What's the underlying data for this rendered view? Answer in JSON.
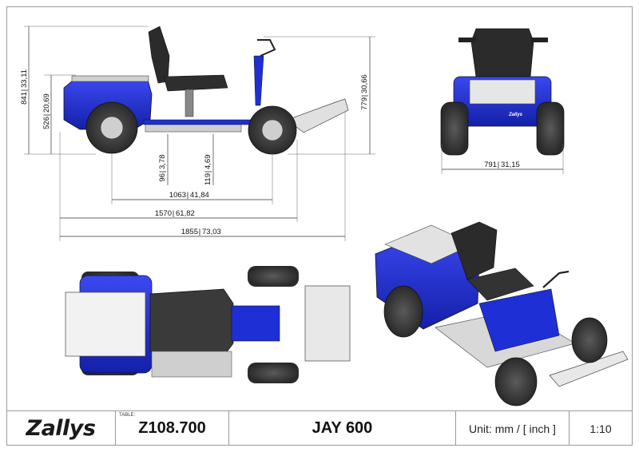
{
  "title_block": {
    "brand": "Zallys",
    "table_label": "TABLE:",
    "code": "Z108.700",
    "model": "JAY 600",
    "unit": "Unit: mm / [ inch ]",
    "scale": "1:10"
  },
  "dimensions": {
    "overall_height": {
      "mm": "841",
      "inch": "33,11"
    },
    "body_height": {
      "mm": "526",
      "inch": "20,69"
    },
    "handle_height": {
      "mm": "779",
      "inch": "30,66"
    },
    "ground_clearance_front": {
      "mm": "96",
      "inch": "3,78"
    },
    "ground_clearance_rear": {
      "mm": "119",
      "inch": "4,69"
    },
    "wheelbase": {
      "mm": "1063",
      "inch": "41,84"
    },
    "length_body": {
      "mm": "1570",
      "inch": "61,82"
    },
    "length_overall": {
      "mm": "1855",
      "inch": "73,03"
    },
    "width": {
      "mm": "791",
      "inch": "31,15"
    }
  },
  "colors": {
    "body_blue": "#1f2fd6",
    "tyre": "#3a3a3a",
    "seat": "#2b2b2b",
    "plate": "#dcdcdc",
    "metal": "#c9c9c9"
  },
  "decals": {
    "front_badge": "Zallys"
  }
}
